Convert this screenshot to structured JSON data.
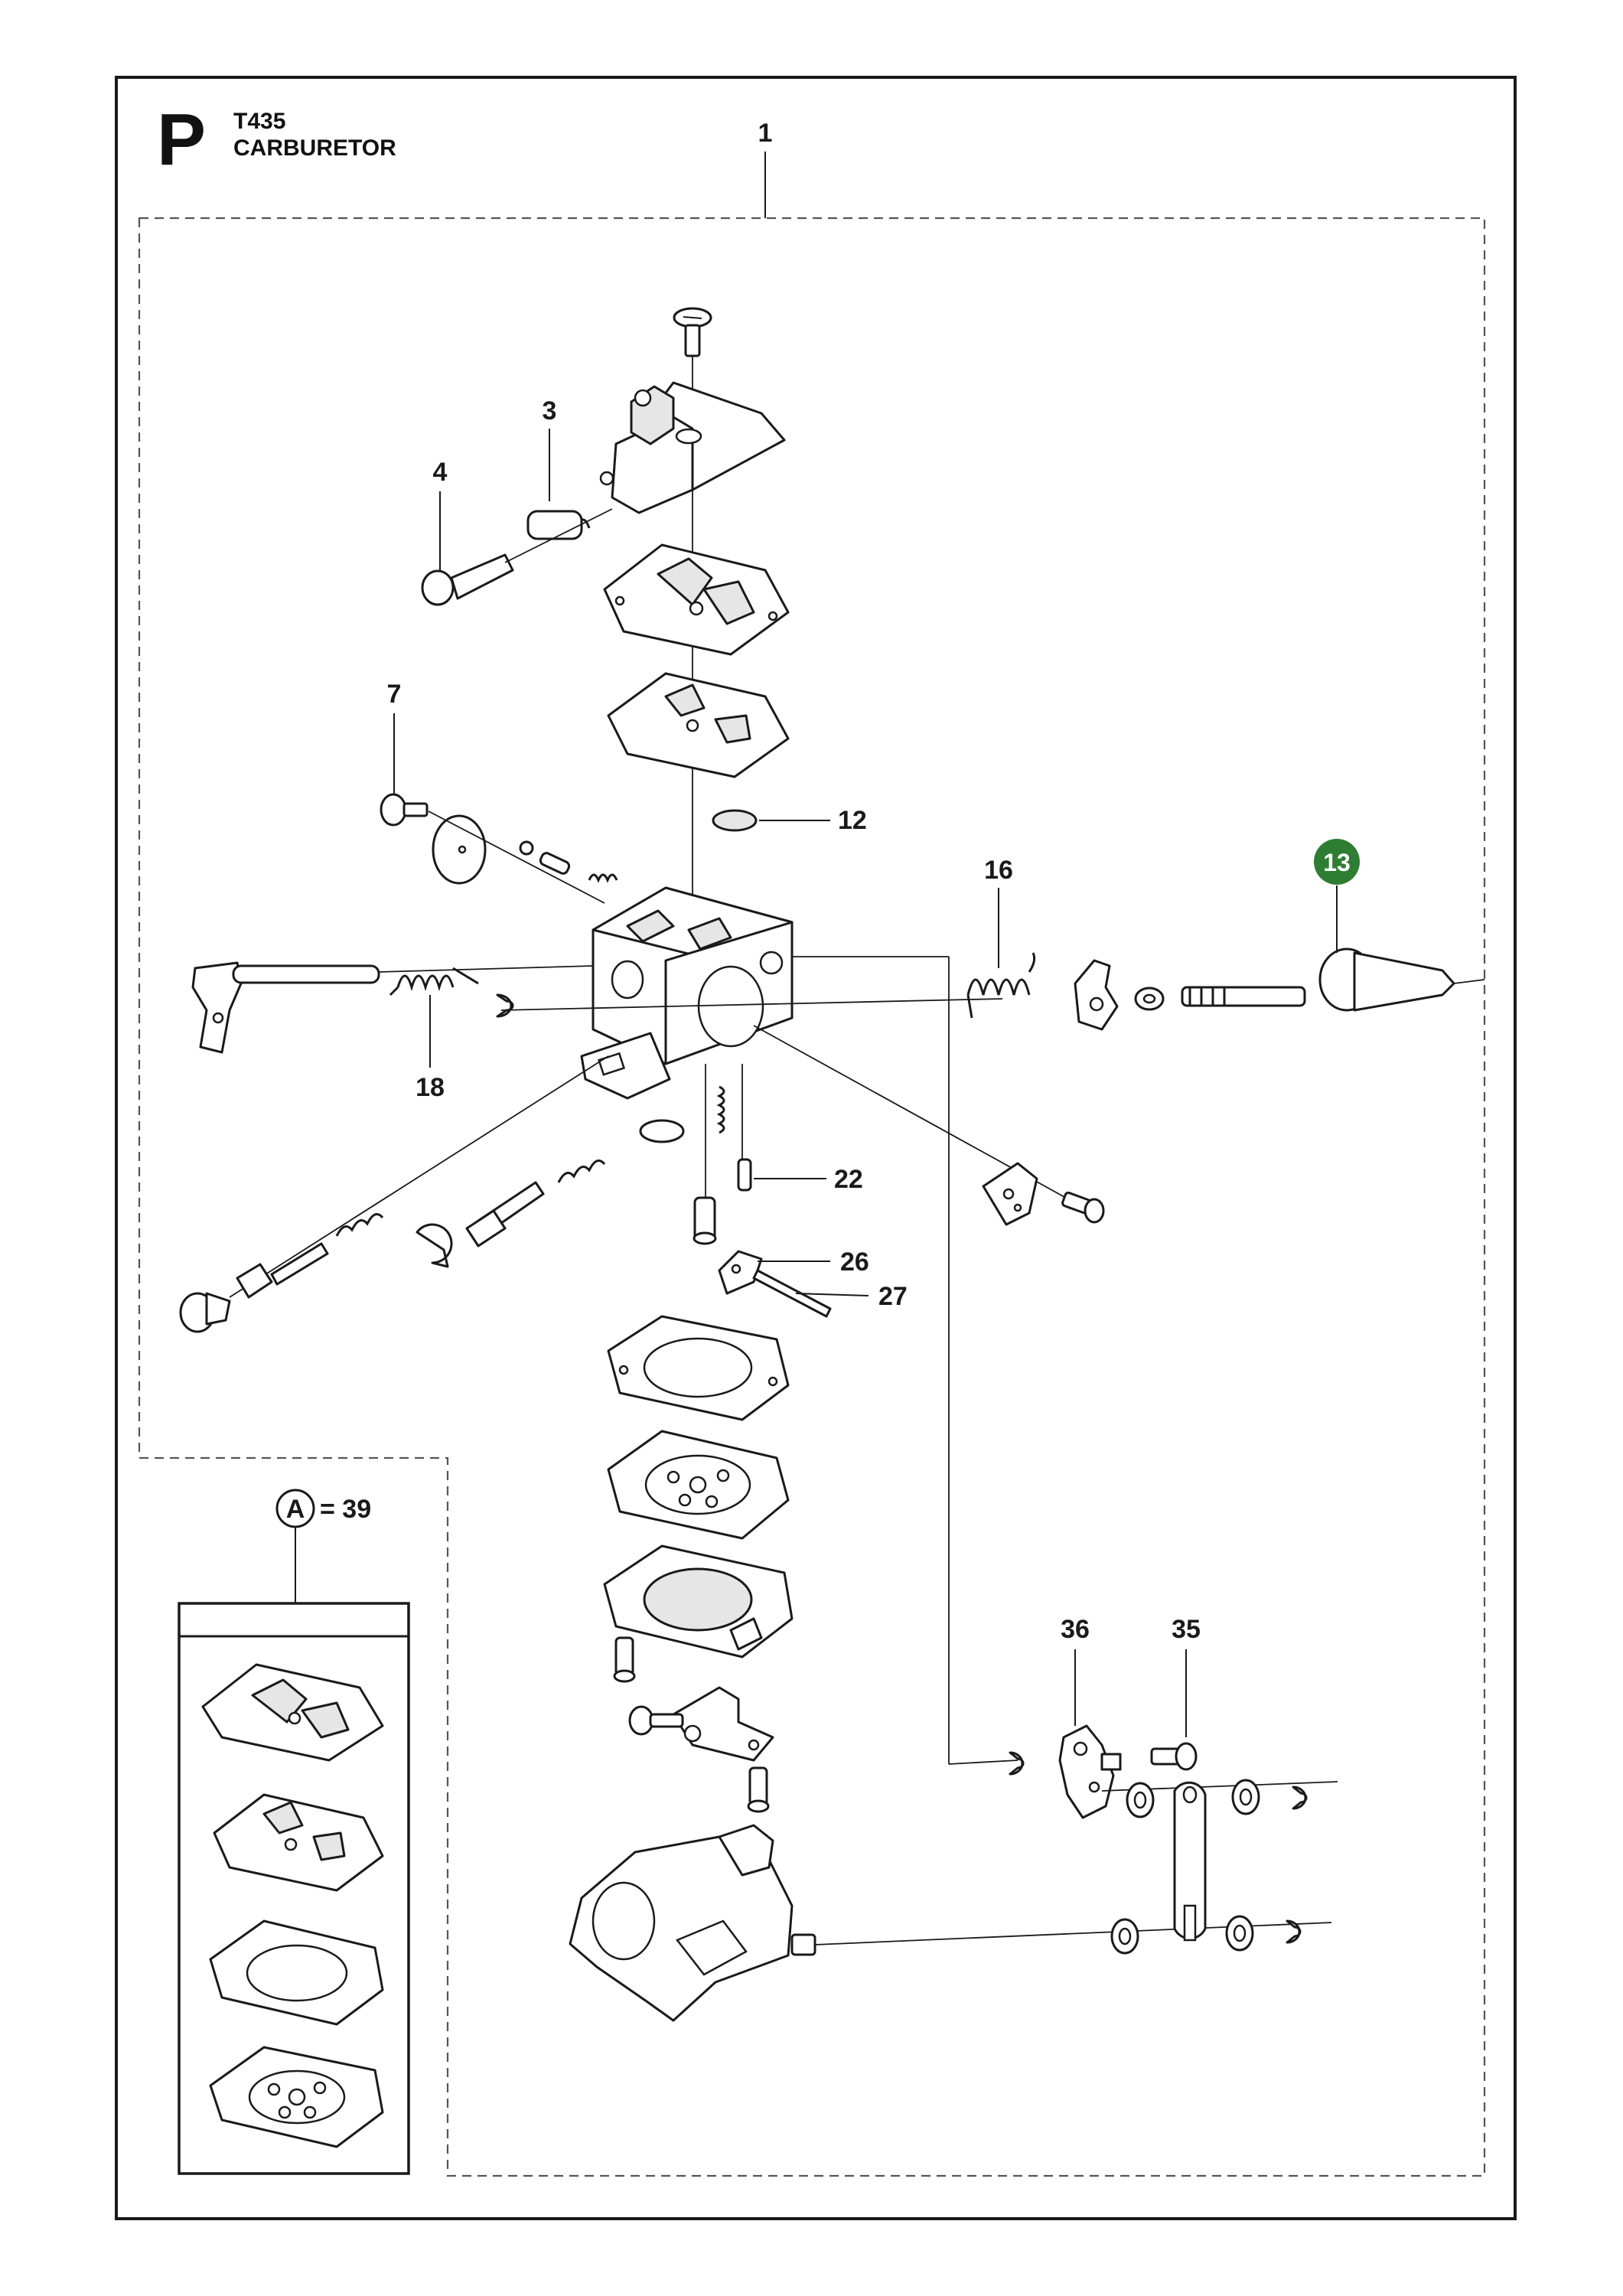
{
  "header": {
    "section_letter": "P",
    "model": "T435",
    "title": "CARBURETOR"
  },
  "callouts": [
    {
      "id": "c1",
      "label": "1"
    },
    {
      "id": "c3",
      "label": "3"
    },
    {
      "id": "c4",
      "label": "4"
    },
    {
      "id": "c7",
      "label": "7"
    },
    {
      "id": "c12",
      "label": "12"
    },
    {
      "id": "c13",
      "label": "13",
      "highlighted": true
    },
    {
      "id": "c16",
      "label": "16"
    },
    {
      "id": "c18",
      "label": "18"
    },
    {
      "id": "c22",
      "label": "22"
    },
    {
      "id": "c26",
      "label": "26"
    },
    {
      "id": "c27",
      "label": "27"
    },
    {
      "id": "c35",
      "label": "35"
    },
    {
      "id": "c36",
      "label": "36"
    }
  ],
  "kit": {
    "letter": "A",
    "equals": "= 39"
  },
  "colors": {
    "highlight": "#2e7d32",
    "line": "#1a1a1a",
    "dashed_frame": "#555555"
  }
}
